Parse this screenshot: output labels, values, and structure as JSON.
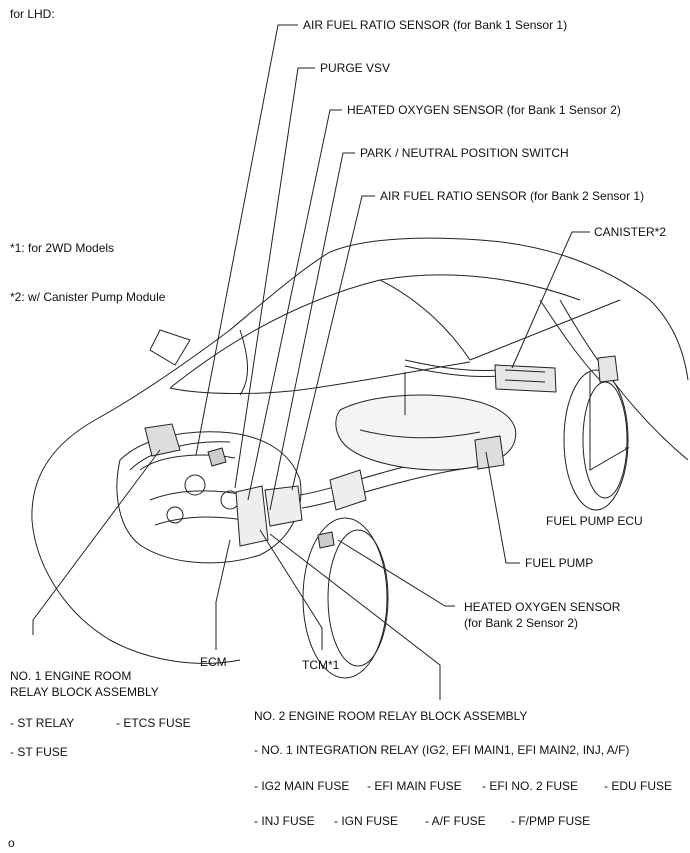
{
  "header": {
    "region": "for LHD:"
  },
  "notes": [
    "*1: for 2WD Models",
    "*2: w/ Canister Pump Module"
  ],
  "callouts": {
    "af_sensor_b1s1": "AIR FUEL RATIO SENSOR (for Bank 1 Sensor 1)",
    "purge_vsv": "PURGE VSV",
    "ho2_b1s2": "HEATED OXYGEN SENSOR (for Bank 1 Sensor 2)",
    "park_neutral": "PARK / NEUTRAL POSITION SWITCH",
    "af_sensor_b2s1": "AIR FUEL RATIO SENSOR (for Bank 2 Sensor 1)",
    "canister": "CANISTER*2",
    "fuel_pump_ecu": "FUEL PUMP ECU",
    "fuel_pump": "FUEL PUMP",
    "ho2_b2s2_line1": "HEATED OXYGEN SENSOR",
    "ho2_b2s2_line2": "(for Bank 2 Sensor 2)",
    "ecm": "ECM",
    "tcm": "TCM*1"
  },
  "relay_block_1": {
    "title_line1": "NO. 1 ENGINE ROOM",
    "title_line2": "RELAY BLOCK ASSEMBLY",
    "items": [
      "- ST RELAY",
      "- ETCS FUSE",
      "- ST FUSE"
    ]
  },
  "relay_block_2": {
    "title": "NO. 2 ENGINE ROOM RELAY BLOCK ASSEMBLY",
    "relay": "- NO. 1 INTEGRATION RELAY (IG2, EFI MAIN1, EFI MAIN2, INJ, A/F)",
    "fuses_row1": [
      "- IG2 MAIN FUSE",
      "- EFI MAIN FUSE",
      "- EFI NO. 2 FUSE",
      "- EDU FUSE"
    ],
    "fuses_row2": [
      "- INJ FUSE",
      "- IGN FUSE",
      "- A/F FUSE",
      "- F/PMP FUSE"
    ]
  },
  "footer": {
    "code": "o"
  }
}
